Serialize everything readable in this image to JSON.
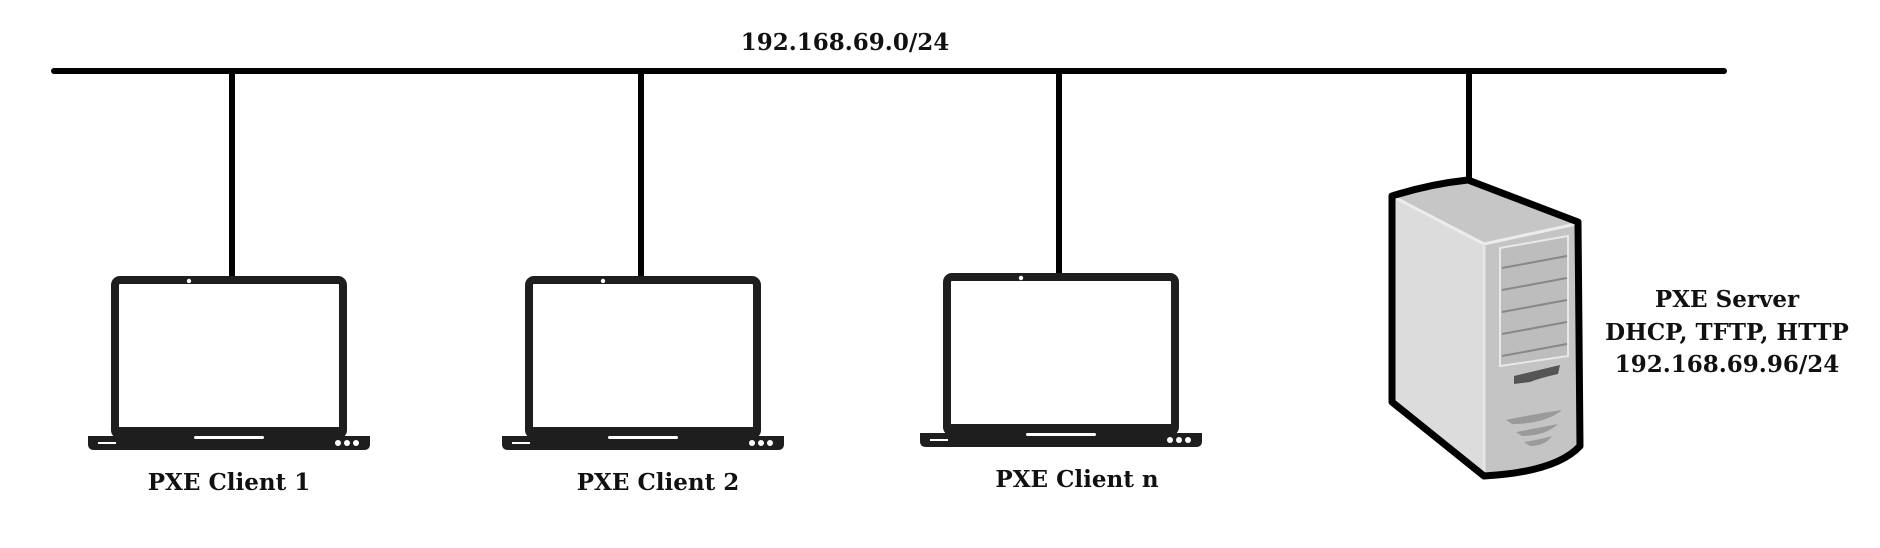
{
  "network": {
    "subnet_label": "192.168.69.0/24"
  },
  "clients": [
    {
      "label": "PXE Client 1"
    },
    {
      "label": "PXE Client 2"
    },
    {
      "label": "PXE Client n"
    }
  ],
  "server": {
    "line1": "PXE Server",
    "line2": "DHCP, TFTP, HTTP",
    "line3": "192.168.69.96/24"
  },
  "icons": {
    "client": "laptop-icon",
    "server": "tower-server-icon"
  },
  "colors": {
    "line": "#000000",
    "laptop": "#1e1e1e",
    "server_side": "#dcdcdc",
    "server_front": "#c8c8c8"
  }
}
